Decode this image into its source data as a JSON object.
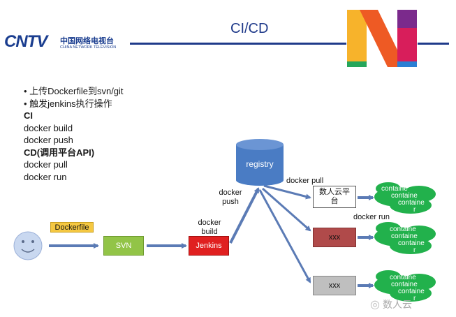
{
  "header": {
    "logo_main": "CNTV",
    "logo_cn": "中国网络电视台",
    "logo_en": "CHINA NETWORK TELEVISION",
    "title": "CI/CD"
  },
  "bullets": [
    {
      "text": "•  上传Dockerfile到svn/git",
      "bold": false
    },
    {
      "text": "•  触发jenkins执行操作",
      "bold": false
    },
    {
      "text": "CI",
      "bold": true
    },
    {
      "text": "docker build",
      "bold": false
    },
    {
      "text": "docker push",
      "bold": false
    },
    {
      "text": "CD(调用平台API)",
      "bold": true
    },
    {
      "text": "docker pull",
      "bold": false
    },
    {
      "text": "docker run",
      "bold": false
    }
  ],
  "nodes": {
    "dockerfile": "Dockerfile",
    "svn": "SVN",
    "jenkins": "Jenkins",
    "registry": "registry",
    "platform_line1": "数人云平",
    "platform_line2": "台",
    "xxx1": "xxx",
    "xxx2": "xxx"
  },
  "labels": {
    "docker_build_1": "docker",
    "docker_build_2": "build",
    "docker_push_1": "docker",
    "docker_push_2": "push",
    "docker_pull": "docker pull",
    "docker_run": "docker run"
  },
  "clouds": {
    "line1": "containe",
    "line2": "containe",
    "line3": "containe",
    "line4": "r"
  },
  "watermark": "数人云",
  "colors": {
    "header_line": "#1f3a8a",
    "arrow": "#5b7bb5",
    "svn": "#92c447",
    "jenkins": "#e02020",
    "registry": "#4a7cc4",
    "xxx1": "#b04a4a",
    "xxx2": "#bfbfbf",
    "cloud": "#22b14c",
    "dockerfile": "#f5c842"
  }
}
